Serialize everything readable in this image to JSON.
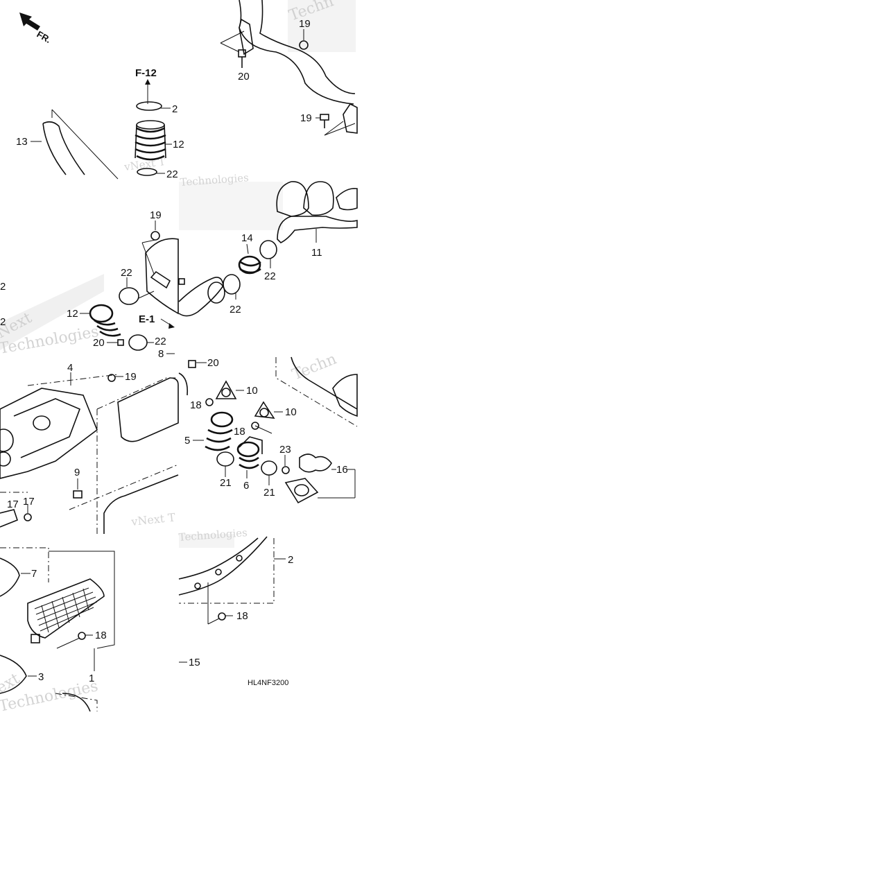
{
  "diagram_code": "HL4NF3200",
  "fr_arrow_label": "FR.",
  "refs": {
    "f12": "F-12",
    "e1": "E-1"
  },
  "watermark": {
    "brand1": "vNext",
    "brand2": "Technologies",
    "t1": "vNext T",
    "t2": "Techn",
    "t3": "Next",
    "t4": "ext"
  },
  "callouts": {
    "c1": "1",
    "c2": "2",
    "c3": "3",
    "c4": "4",
    "c5": "5",
    "c6": "6",
    "c7": "7",
    "c8": "8",
    "c9": "9",
    "c10a": "10",
    "c10b": "10",
    "c11": "11",
    "c12a": "12",
    "c12b": "12",
    "c13": "13",
    "c14": "14",
    "c15": "15",
    "c16": "16",
    "c17a": "17",
    "c17b": "17",
    "c18a": "18",
    "c18b": "18",
    "c18c": "18",
    "c18d": "18",
    "c19a": "19",
    "c19b": "19",
    "c19c": "19",
    "c19d": "19",
    "c20a": "20",
    "c20b": "20",
    "c20c": "20",
    "c21a": "21",
    "c21b": "21",
    "c22a": "2",
    "c22b": "22",
    "c22c": "22",
    "c22d": "22",
    "c22e": "22",
    "c22f": "22",
    "c22g": "2",
    "c22h": "2",
    "c23": "23"
  }
}
